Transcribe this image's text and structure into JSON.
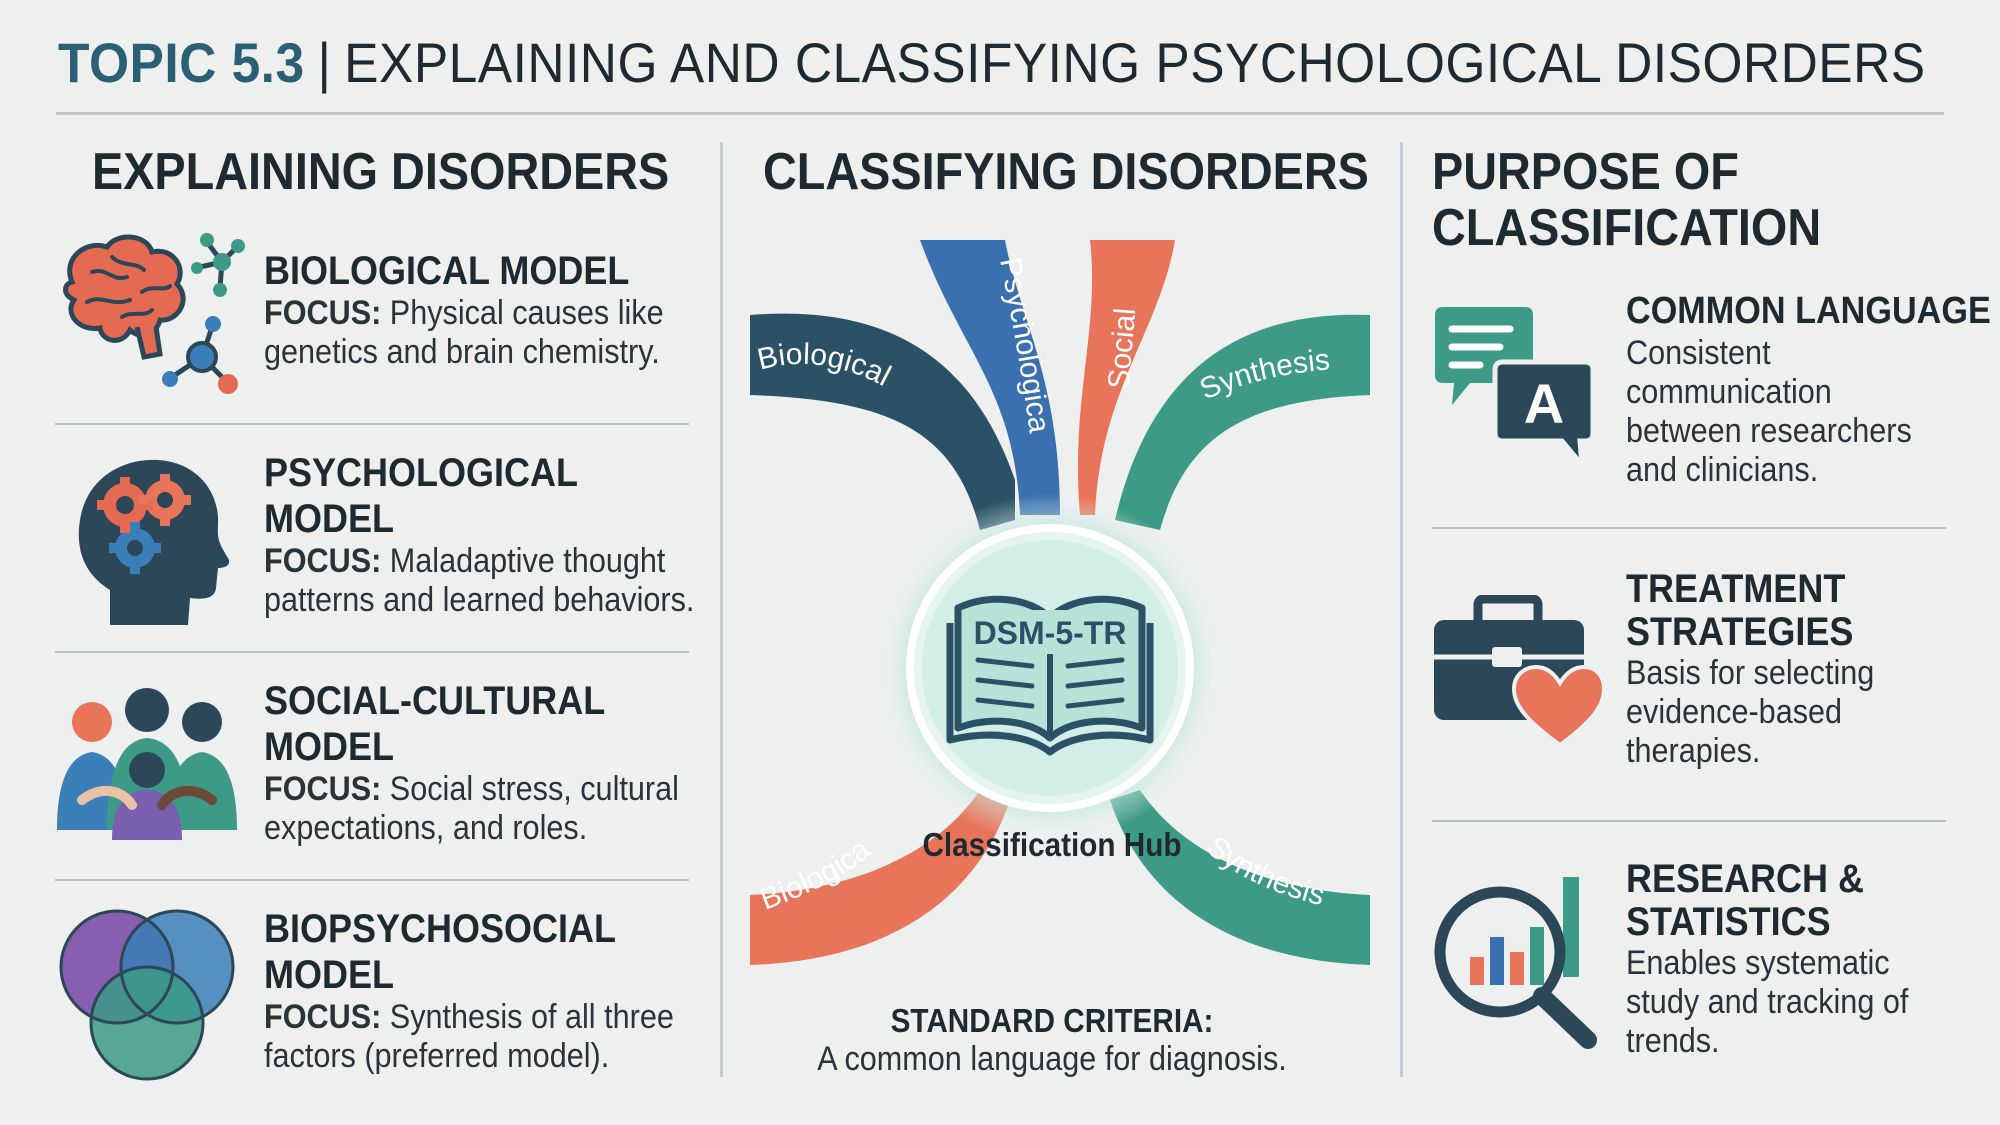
{
  "header": {
    "topic": "TOPIC 5.3",
    "separator": "|",
    "title": "EXPLAINING AND CLASSIFYING PSYCHOLOGICAL DISORDERS"
  },
  "columns": {
    "explaining": {
      "heading": "EXPLAINING DISORDERS",
      "models": [
        {
          "title_lines": [
            "BIOLOGICAL MODEL"
          ],
          "focus_label": "FOCUS:",
          "focus_lines": [
            "Physical causes like",
            "genetics and brain chemistry."
          ],
          "icon": "brain-molecule-icon"
        },
        {
          "title_lines": [
            "PSYCHOLOGICAL",
            "MODEL"
          ],
          "focus_label": "FOCUS:",
          "focus_lines": [
            "Maladaptive thought",
            "patterns and learned behaviors."
          ],
          "icon": "head-gears-icon"
        },
        {
          "title_lines": [
            "SOCIAL-CULTURAL",
            "MODEL"
          ],
          "focus_label": "FOCUS:",
          "focus_lines": [
            "Social stress, cultural",
            "expectations, and roles."
          ],
          "icon": "people-group-icon"
        },
        {
          "title_lines": [
            "BIOPSYCHOSOCIAL",
            "MODEL"
          ],
          "focus_label": "FOCUS:",
          "focus_lines": [
            "Synthesis of all three",
            "factors (preferred model)."
          ],
          "icon": "venn-diagram-icon"
        }
      ]
    },
    "classifying": {
      "heading": "CLASSIFYING DISORDERS",
      "streams_top": [
        "Biological",
        "Psychological",
        "Social",
        "Synthesis"
      ],
      "streams_bottom": [
        "Biological",
        "Synthesis"
      ],
      "book_label": "DSM-5-TR",
      "hub_label": "Classification Hub",
      "criteria_title": "STANDARD CRITERIA:",
      "criteria_text": "A common language for diagnosis.",
      "colors": {
        "navy": "#2b5166",
        "blue": "#3a6fb0",
        "coral": "#e8745a",
        "teal": "#3c9a86"
      }
    },
    "purpose": {
      "heading_lines": [
        "PURPOSE OF",
        "CLASSIFICATION"
      ],
      "items": [
        {
          "title_lines": [
            "COMMON LANGUAGE"
          ],
          "text_lines": [
            "Consistent",
            "communication",
            "between researchers",
            "and clinicians."
          ],
          "icon": "chat-bubbles-icon",
          "icon_letter": "A"
        },
        {
          "title_lines": [
            "TREATMENT",
            "STRATEGIES"
          ],
          "text_lines": [
            "Basis for selecting",
            "evidence-based",
            "therapies."
          ],
          "icon": "medical-kit-heart-icon"
        },
        {
          "title_lines": [
            "RESEARCH &",
            "STATISTICS"
          ],
          "text_lines": [
            "Enables systematic",
            "study and tracking of",
            "trends."
          ],
          "icon": "magnifier-chart-icon"
        }
      ]
    }
  }
}
